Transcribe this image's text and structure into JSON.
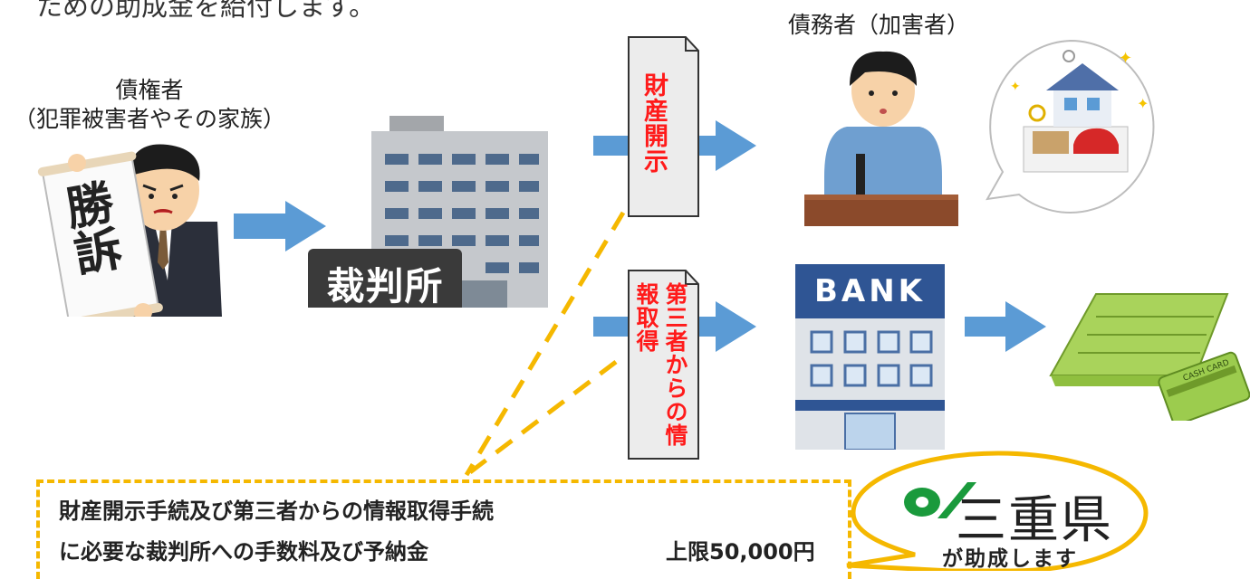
{
  "header": {
    "text": "ための助成金を給付します。"
  },
  "creditor": {
    "line1": "債権者",
    "line2": "（犯罪被害者やその家族）",
    "scroll_text": "勝訴"
  },
  "debtor": {
    "label": "債務者（加害者）"
  },
  "court": {
    "sign": "裁判所"
  },
  "bank": {
    "sign": "BANK"
  },
  "card": {
    "text": "CASH CARD"
  },
  "steps": [
    {
      "label": "財産開示"
    },
    {
      "label": "第三者からの情報取得"
    }
  ],
  "note": {
    "line1": "財産開示手続及び第三者からの情報取得手続",
    "line2": "に必要な裁判所への手数料及び予納金",
    "limit": "上限50,000円"
  },
  "prefecture": {
    "name": "三重県",
    "subsidy": "が助成します"
  },
  "colors": {
    "arrow": "#5b9bd5",
    "dash": "#f5b800",
    "label_red": "#ff1a1a",
    "green": "#1a9a3c"
  }
}
